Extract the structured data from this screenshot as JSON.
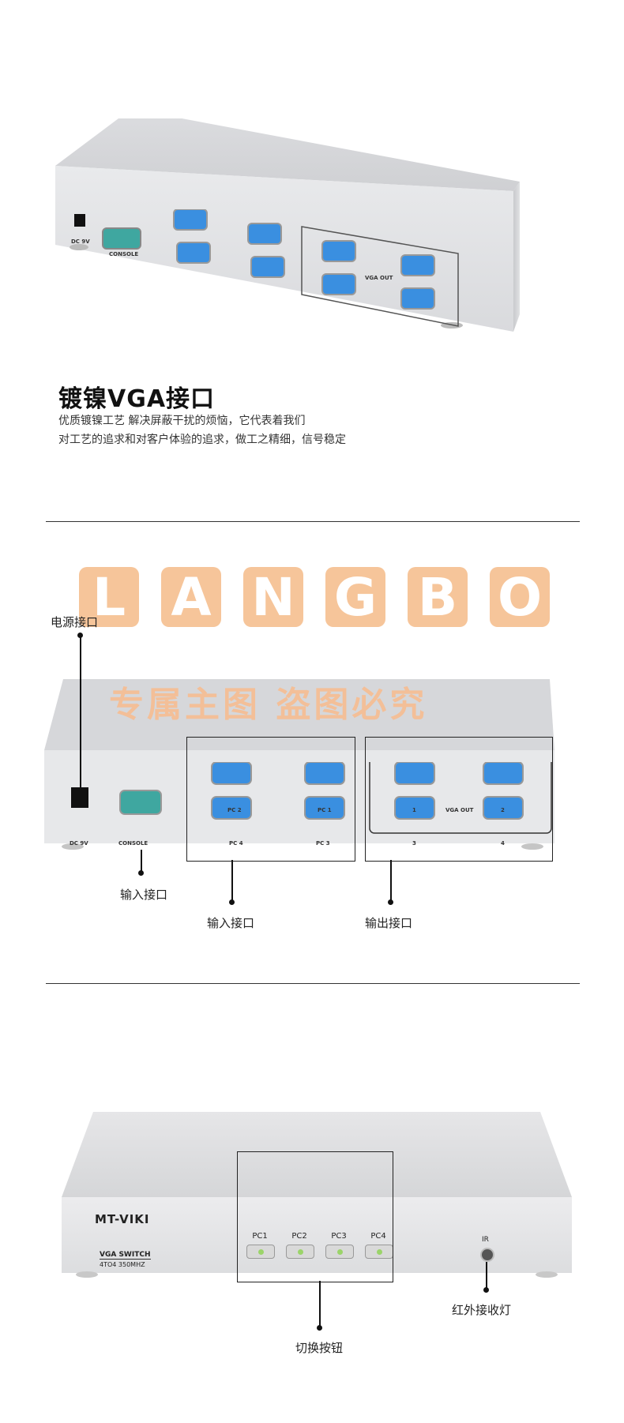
{
  "section1": {
    "title": "镀镍VGA接口",
    "desc_line1": "优质镀镍工艺 解决屏蔽干扰的烦恼，它代表着我们",
    "desc_line2": "对工艺的追求和对客户体验的追求，做工之精细，信号稳定"
  },
  "watermark": {
    "letters": [
      "L",
      "A",
      "N",
      "G",
      "B",
      "O"
    ],
    "subtitle": "专属主图 盗图必究"
  },
  "device_rear": {
    "dc_label": "DC 9V",
    "console_label": "CONSOLE",
    "pc_labels": [
      "PC 2",
      "PC 1",
      "PC 4",
      "PC 3"
    ],
    "vga_out_label": "VGA OUT",
    "out_labels": [
      "1",
      "2",
      "3",
      "4"
    ]
  },
  "section2": {
    "callouts": {
      "power": "电源接口",
      "console": "输入接口",
      "inputs": "输入接口",
      "outputs": "输出接口"
    }
  },
  "device_front": {
    "brand": "MT-VIKI",
    "model_line1": "VGA SWITCH",
    "model_line2": "4TO4 350MHZ",
    "buttons": [
      "PC1",
      "PC2",
      "PC3",
      "PC4"
    ],
    "ir_label": "IR",
    "callouts": {
      "ir": "红外接收灯",
      "switch": "切换按钮"
    }
  },
  "colors": {
    "vga_blue": "#3a8fe0",
    "console_teal": "#3fa7a0",
    "watermark_orange": "#f6c59a",
    "led_green": "#9bd46a"
  }
}
